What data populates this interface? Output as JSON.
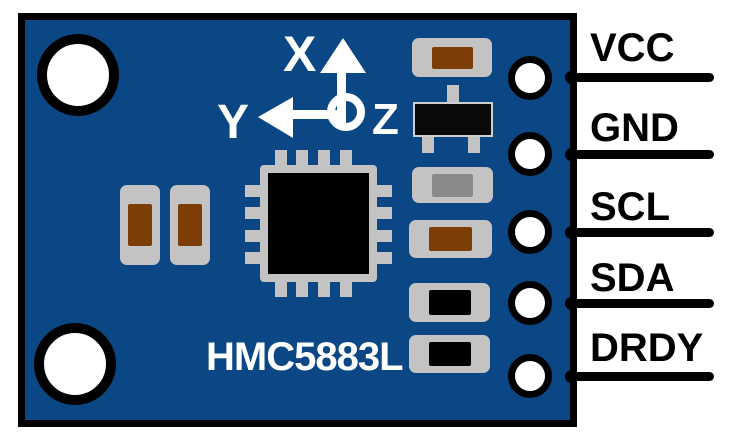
{
  "board": {
    "name_label": "HMC5883L",
    "axis": {
      "x": "X",
      "y": "Y",
      "z": "Z"
    },
    "pins": [
      "VCC",
      "GND",
      "SCL",
      "SDA",
      "DRDY"
    ],
    "holes": {
      "mounting_hole_count": 2,
      "header_hole_count": 5
    },
    "components": {
      "ic_pads_per_side": 4,
      "brown_smd_count": 4,
      "gray_core_smd_count": 1,
      "black_core_smd_count": 2,
      "sot23_count": 1
    },
    "colors": {
      "board_blue": "#0B4784",
      "pad_gray": "#C3C3C3",
      "resistor_brown": "#7C3D06",
      "component_gray": "#8A8A8A",
      "outline_black": "#000000",
      "hole_white": "#FFFFFF"
    }
  }
}
